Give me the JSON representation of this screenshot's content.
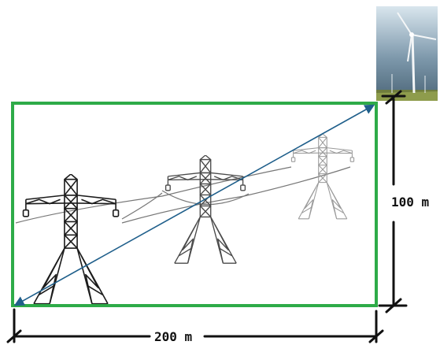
{
  "diagram": {
    "width_label": "200 m",
    "height_label": "100 m",
    "colors": {
      "field_border": "#2eab48",
      "diagonal_arrow": "#1f5f8b",
      "dimension_ink": "#111111"
    },
    "icons": [
      "wind-turbine-photo",
      "power-pylon-icon"
    ]
  }
}
